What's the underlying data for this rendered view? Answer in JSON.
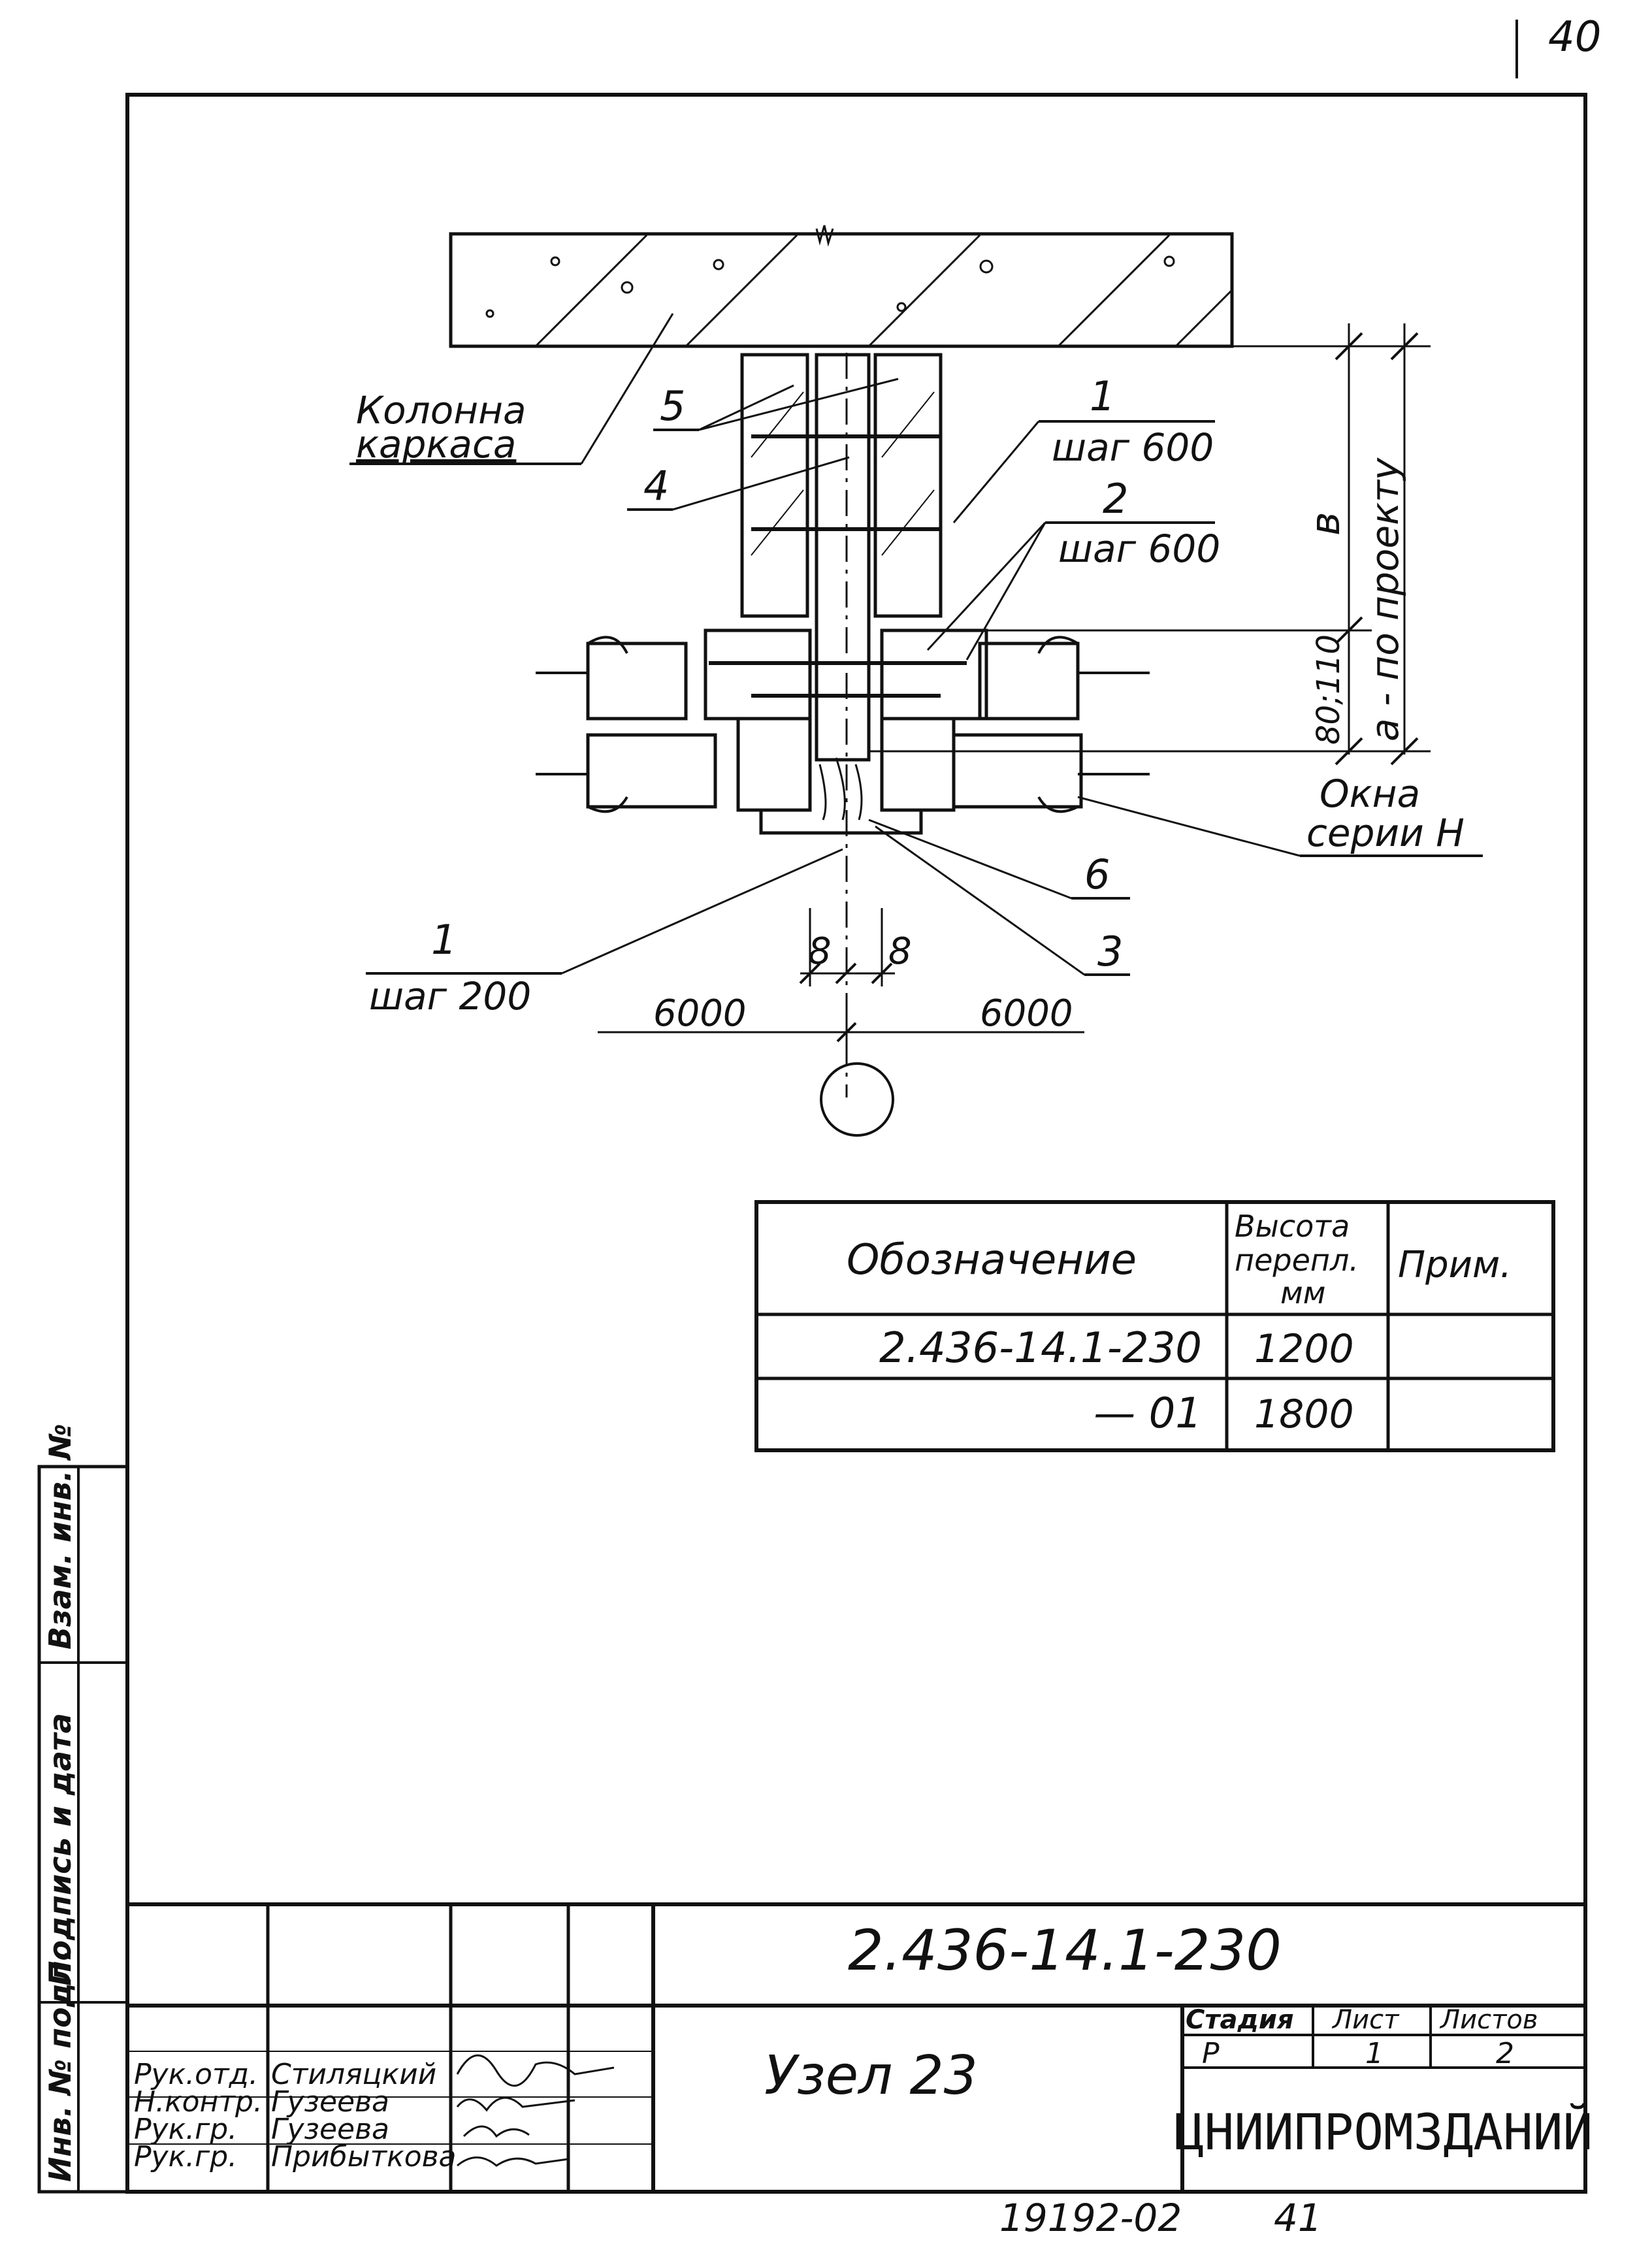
{
  "page_number_top": "40",
  "drawing": {
    "labels": {
      "column": [
        "Колонна",
        "каркаса"
      ],
      "pos5": "5",
      "pos4": "4",
      "pos1_top": "1",
      "step1_top": "шаг 600",
      "pos2": "2",
      "step2": "шаг 600",
      "pos6": "6",
      "pos3": "3",
      "pos1_bottom": "1",
      "step1_bottom": "шаг 200",
      "window": [
        "Окна",
        "серии Н"
      ],
      "dim_b": "в",
      "dim_a": "а - по проекту",
      "dim_small": "80;110",
      "dim_8_left": "8",
      "dim_8_right": "8",
      "dim_6000_left": "6000",
      "dim_6000_right": "6000"
    }
  },
  "table": {
    "headers": [
      "Обозначение",
      "Высота перепл. мм",
      "Прим."
    ],
    "header_height_lines": [
      "Высота",
      "перепл.",
      "мм"
    ],
    "rows": [
      {
        "designation": "2.436-14.1-230",
        "height": "1200",
        "note": ""
      },
      {
        "designation": "— 01",
        "height": "1800",
        "note": ""
      }
    ]
  },
  "side_stamp": [
    "Взам. инв. №",
    "Подпись и дата",
    "Инв. № подл."
  ],
  "title_block": {
    "document_code": "2.436-14.1-230",
    "title": "Узел 23",
    "stage_header": "Стадия",
    "sheet_header": "Лист",
    "sheets_header": "Листов",
    "stage": "Р",
    "sheet": "1",
    "sheets": "2",
    "organization": "ЦНИИПРОМЗДАНИЙ",
    "roles": [
      "Рук.отд.",
      "Н.контр.",
      "Рук.гр.",
      "Рук.гр."
    ],
    "names": [
      "Стиляцкий",
      "Гузеева",
      "Гузеева",
      "Прибыткова"
    ]
  },
  "footer": {
    "code": "19192-02",
    "page": "41"
  }
}
